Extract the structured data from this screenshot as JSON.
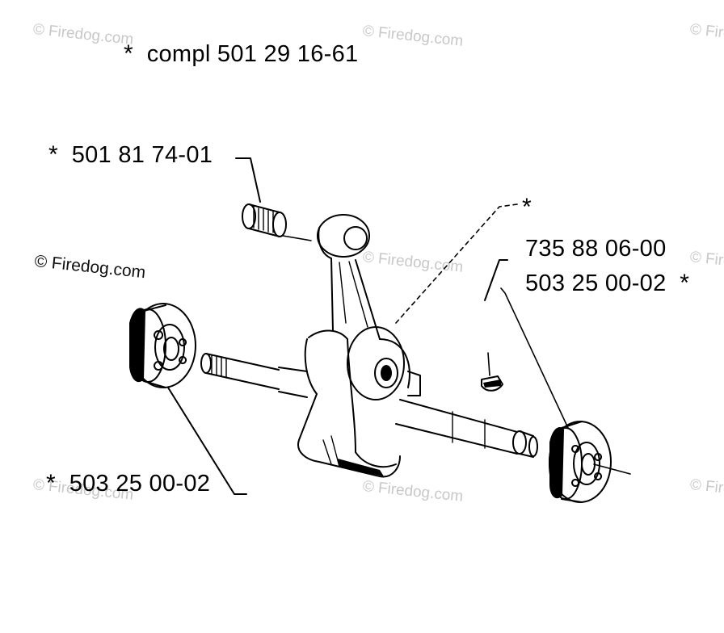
{
  "labels": {
    "assembly": {
      "star": "*",
      "text": "compl 501 29 16-61"
    },
    "needle_bearing": {
      "star": "*",
      "text": "501 81 74-01"
    },
    "crank_pin": {
      "star": "*"
    },
    "key_part": {
      "text": "735 88 06-00"
    },
    "right_bearing": {
      "text": "503 25 00-02",
      "star": "*"
    },
    "left_bearing": {
      "star": "*",
      "text": "503 25 00-02"
    }
  },
  "watermarks": {
    "text": "© Firedog.com"
  },
  "colors": {
    "ink": "#000000",
    "watermark": "#c8c8c8",
    "background": "#ffffff"
  }
}
